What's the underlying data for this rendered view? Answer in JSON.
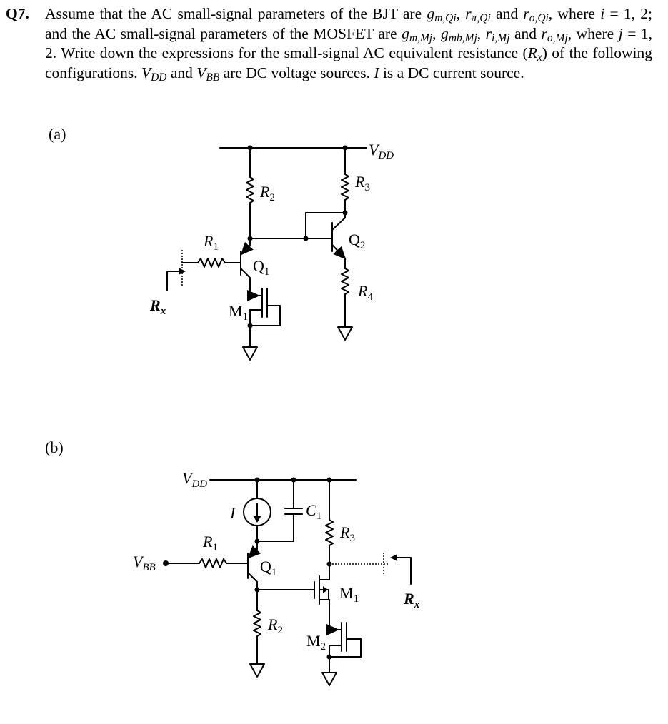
{
  "question": {
    "number": "Q7.",
    "s1": "Assume that the AC small-signal parameters of the BJT are ",
    "gm": "g",
    "gm_sub": "m,Qi",
    "comma1": ", ",
    "rpi": "r",
    "rpi_sub": "π,Qi",
    "and1": " and ",
    "ro": "r",
    "ro_sub": "o,Qi",
    "s2": ", where ",
    "i_var": "i",
    "s3": " = 1, 2; and the AC small-signal parameters of the MOSFET are ",
    "gmM": "g",
    "gmM_sub": "m,Mj",
    "comma2": ", ",
    "gmb": "g",
    "gmb_sub": "mb,Mj",
    "comma3": ", ",
    "ri": "r",
    "ri_sub": "i,Mj",
    "and2": " and ",
    "roM": "r",
    "roM_sub": "o,Mj",
    "s4": ", where ",
    "j_var": "j",
    "s5": " = 1, 2.  Write down the expressions for the small-signal AC equivalent resistance (",
    "rx": "R",
    "rx_sub": "x",
    "s6": ") of the following configurations. ",
    "vdd": "V",
    "vdd_sub": "DD",
    "and3": " and ",
    "vbb": "V",
    "vbb_sub": "BB",
    "s7": " are DC voltage sources. ",
    "I_var": "I",
    "s8": " is a DC current source."
  },
  "part_a": {
    "label": "(a)",
    "vdd": {
      "main": "V",
      "sub": "DD"
    },
    "r1": {
      "main": "R",
      "sub": "1"
    },
    "r2": {
      "main": "R",
      "sub": "2"
    },
    "r3": {
      "main": "R",
      "sub": "3"
    },
    "r4": {
      "main": "R",
      "sub": "4"
    },
    "q1": {
      "main": "Q",
      "sub": "1"
    },
    "q2": {
      "main": "Q",
      "sub": "2"
    },
    "m1": {
      "main": "M",
      "sub": "1"
    },
    "rx": {
      "main": "R",
      "sub": "x"
    }
  },
  "part_b": {
    "label": "(b)",
    "vdd": {
      "main": "V",
      "sub": "DD"
    },
    "vbb": {
      "main": "V",
      "sub": "BB"
    },
    "i_src": "I",
    "c1": {
      "main": "C",
      "sub": "1"
    },
    "r1": {
      "main": "R",
      "sub": "1"
    },
    "r2": {
      "main": "R",
      "sub": "2"
    },
    "r3": {
      "main": "R",
      "sub": "3"
    },
    "q1": {
      "main": "Q",
      "sub": "1"
    },
    "m1": {
      "main": "M",
      "sub": "1"
    },
    "m2": {
      "main": "M",
      "sub": "2"
    },
    "rx": {
      "main": "R",
      "sub": "x"
    }
  }
}
